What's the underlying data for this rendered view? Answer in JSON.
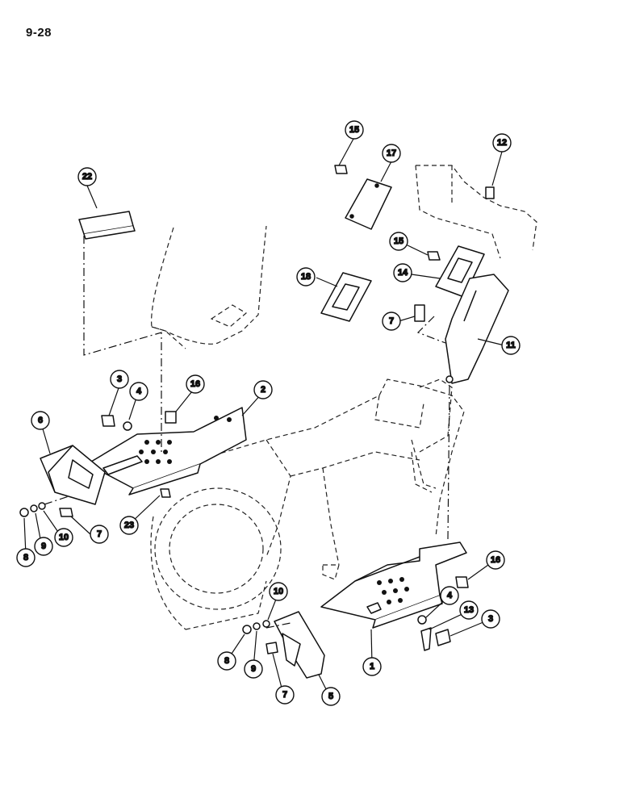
{
  "page": {
    "number": "9-28"
  },
  "callouts": [
    {
      "id": "c1",
      "label": "1"
    },
    {
      "id": "c2",
      "label": "2"
    },
    {
      "id": "c3a",
      "label": "3"
    },
    {
      "id": "c3b",
      "label": "3"
    },
    {
      "id": "c4a",
      "label": "4"
    },
    {
      "id": "c4b",
      "label": "4"
    },
    {
      "id": "c5",
      "label": "5"
    },
    {
      "id": "c6",
      "label": "6"
    },
    {
      "id": "c7a",
      "label": "7"
    },
    {
      "id": "c7b",
      "label": "7"
    },
    {
      "id": "c7c",
      "label": "7"
    },
    {
      "id": "c8a",
      "label": "8"
    },
    {
      "id": "c8b",
      "label": "8"
    },
    {
      "id": "c9a",
      "label": "9"
    },
    {
      "id": "c9b",
      "label": "9"
    },
    {
      "id": "c10a",
      "label": "10"
    },
    {
      "id": "c10b",
      "label": "10"
    },
    {
      "id": "c11",
      "label": "11"
    },
    {
      "id": "c12",
      "label": "12"
    },
    {
      "id": "c13",
      "label": "13"
    },
    {
      "id": "c14",
      "label": "14"
    },
    {
      "id": "c15a",
      "label": "15"
    },
    {
      "id": "c15b",
      "label": "15"
    },
    {
      "id": "c16a",
      "label": "16"
    },
    {
      "id": "c16b",
      "label": "16"
    },
    {
      "id": "c17",
      "label": "17"
    },
    {
      "id": "c18",
      "label": "18"
    },
    {
      "id": "c22",
      "label": "22"
    },
    {
      "id": "c23",
      "label": "23"
    }
  ]
}
